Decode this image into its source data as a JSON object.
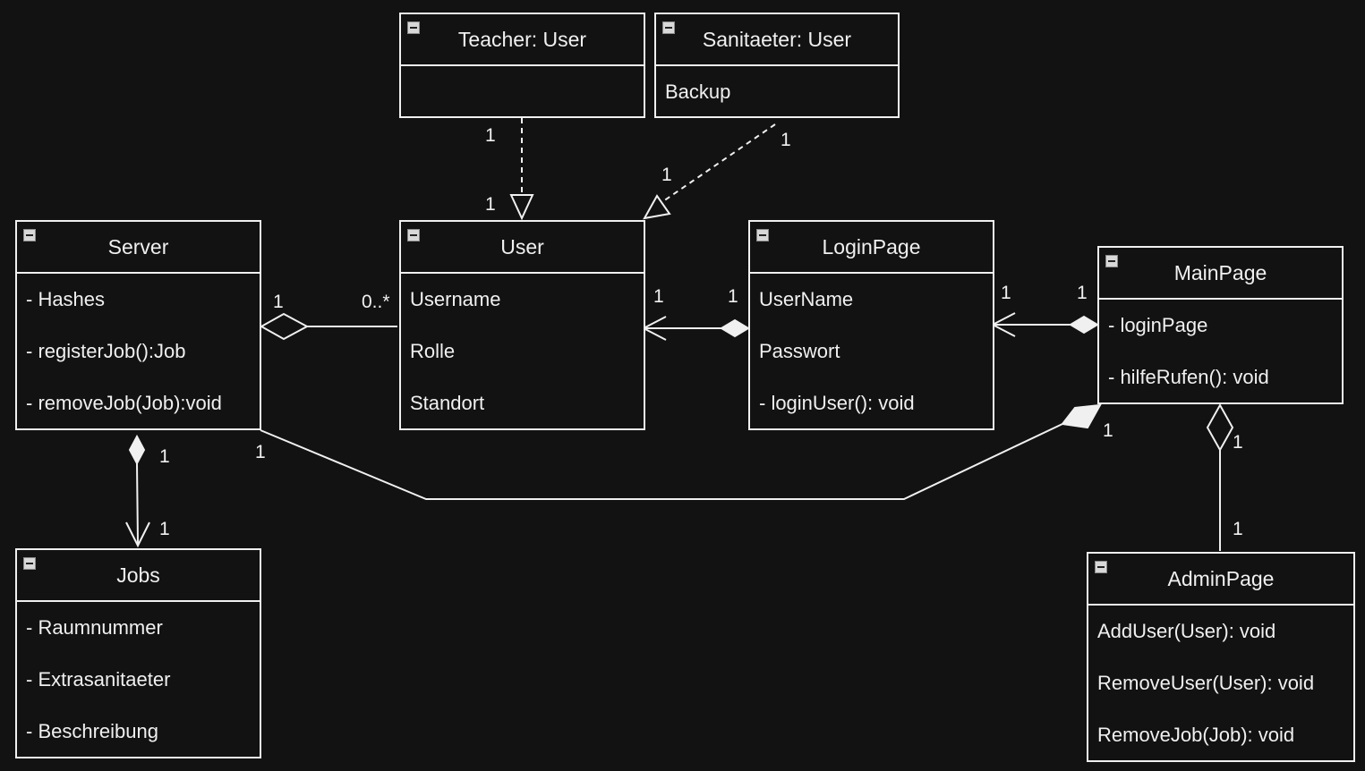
{
  "classes": {
    "teacher": {
      "title": "Teacher: User",
      "attributes": []
    },
    "sanitaeter": {
      "title": "Sanitaeter: User",
      "attributes": [
        "Backup"
      ]
    },
    "server": {
      "title": "Server",
      "attributes": [
        "- Hashes",
        "- registerJob():Job",
        "- removeJob(Job):void"
      ]
    },
    "user": {
      "title": "User",
      "attributes": [
        "Username",
        "Rolle",
        "Standort"
      ]
    },
    "loginpage": {
      "title": "LoginPage",
      "attributes": [
        "UserName",
        "Passwort",
        "- loginUser(): void"
      ]
    },
    "mainpage": {
      "title": "MainPage",
      "attributes": [
        "- loginPage",
        "- hilfeRufen(): void"
      ]
    },
    "jobs": {
      "title": "Jobs",
      "attributes": [
        "- Raumnummer",
        "- Extrasanitaeter",
        "- Beschreibung"
      ]
    },
    "adminpage": {
      "title": "AdminPage",
      "attributes": [
        "AddUser(User): void",
        "RemoveUser(User): void",
        "RemoveJob(Job): void"
      ]
    }
  },
  "multiplicities": {
    "teacher_user_src": "1",
    "teacher_user_dst": "1",
    "sanitaeter_user_src": "1",
    "sanitaeter_user_dst": "1",
    "server_user_server": "1",
    "server_user_user": "0..*",
    "login_user_user": "1",
    "login_user_login": "1",
    "main_login_login": "1",
    "main_login_main": "1",
    "server_jobs_server": "1",
    "server_jobs_jobs": "1",
    "server_main_server": "1",
    "server_main_main": "1",
    "main_admin_main": "1",
    "main_admin_admin": "1"
  },
  "colors": {
    "background": "#121212",
    "foreground": "#f0f0f0"
  }
}
